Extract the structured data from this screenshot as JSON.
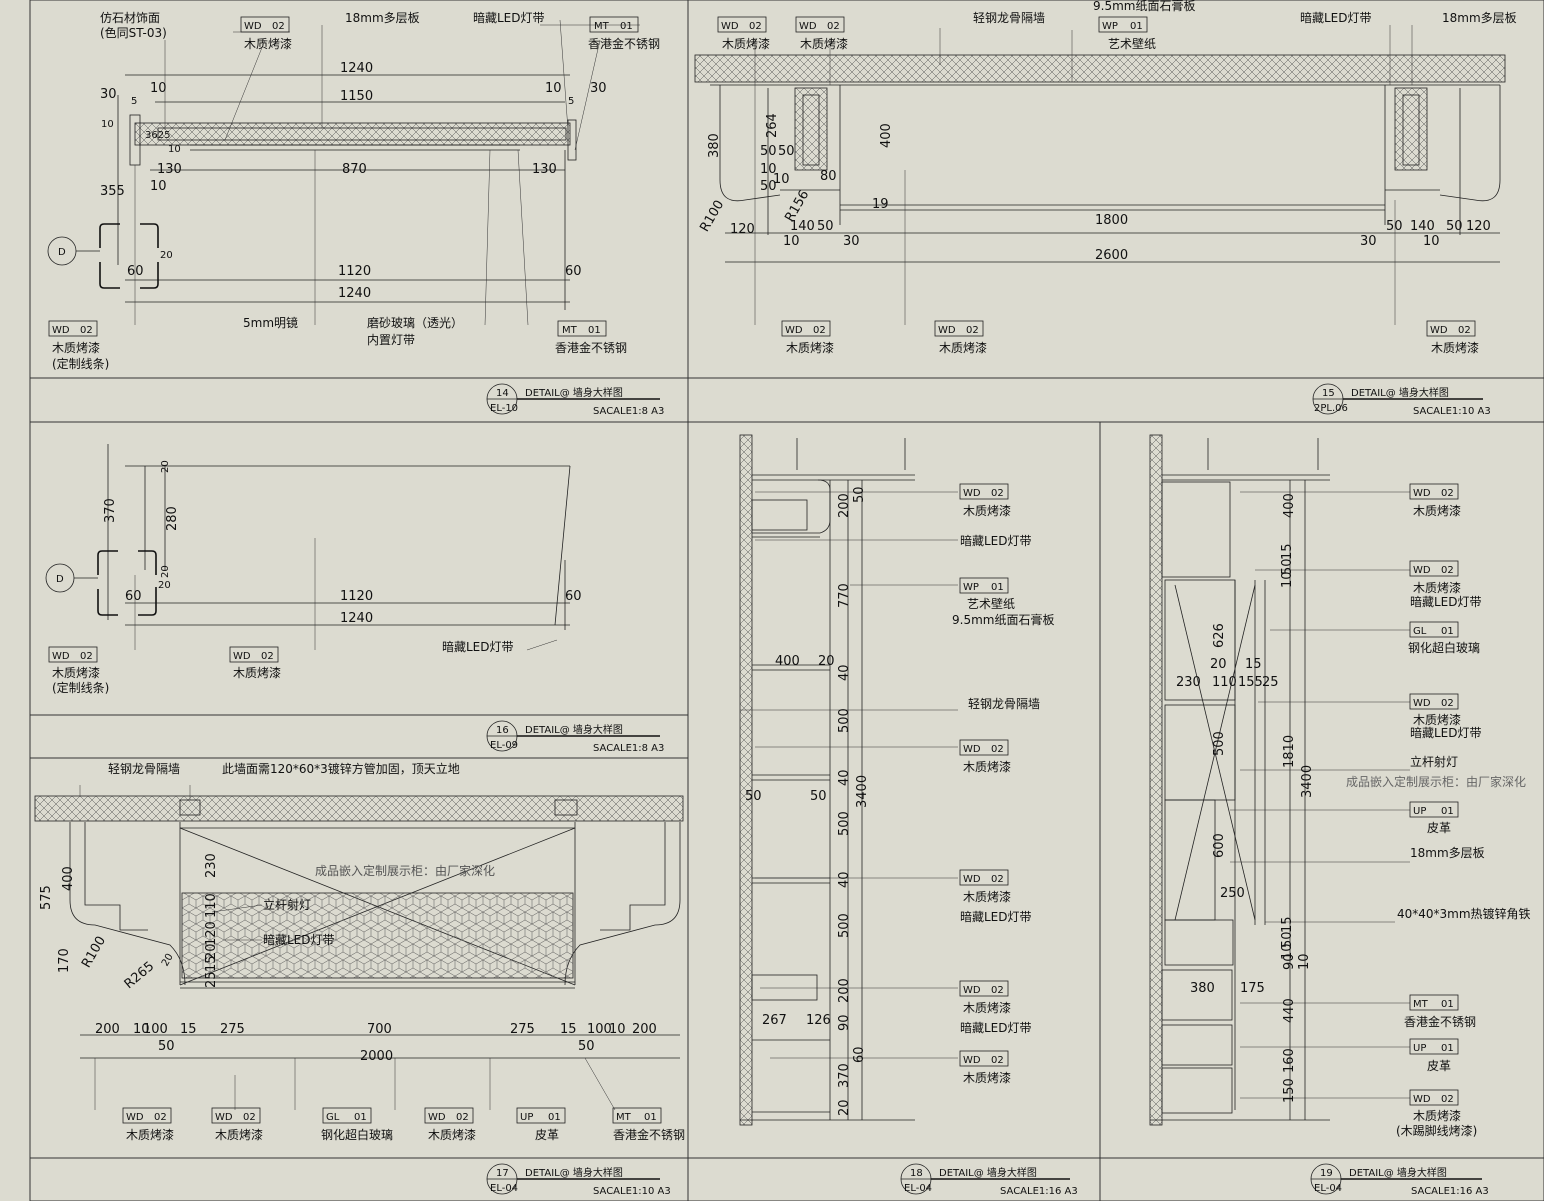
{
  "materials": {
    "wd": {
      "code": "WD",
      "num": "02",
      "name": "木质烤漆"
    },
    "mt": {
      "code": "MT",
      "num": "01",
      "name": "香港金不锈钢"
    },
    "wp": {
      "code": "WP",
      "num": "01",
      "name": "艺术壁纸"
    },
    "gl": {
      "code": "GL",
      "num": "01",
      "name": "钢化超白玻璃"
    },
    "up": {
      "code": "UP",
      "num": "01",
      "name": "皮革"
    }
  },
  "notes": {
    "stone_face": "仿石材饰面",
    "stone_ref": "(色同ST-03)",
    "board18": "18mm多层板",
    "led_hidden": "暗藏LED灯带",
    "mirror5": "5mm明镜",
    "frosted": "磨砂玻璃（透光）",
    "inner_led": "内置灯带",
    "custom_line": "(定制线条)",
    "steel_wall": "轻钢龙骨隔墙",
    "gypsum": "9.5mm纸面石膏板",
    "reinforce": "此墙面需120*60*3镀锌方管加固，顶天立地",
    "cabinet": "成品嵌入定制展示柜：由厂家深化",
    "spot": "立杆射灯",
    "angle_iron": "40*40*3mm热镀锌角铁",
    "kick": "(木踢脚线烤漆)"
  },
  "section_mark": "D",
  "title_blocks": [
    {
      "num": "14",
      "ref": "EL-10",
      "title": "DETAIL@  墙身大样图",
      "scale": "SACALE1:8 A3"
    },
    {
      "num": "15",
      "ref": "2PL.06",
      "title": "DETAIL@  墙身大样图",
      "scale": "SACALE1:10 A3"
    },
    {
      "num": "16",
      "ref": "EL-09",
      "title": "DETAIL@  墙身大样图",
      "scale": "SACALE1:8 A3"
    },
    {
      "num": "17",
      "ref": "EL-04",
      "title": "DETAIL@  墙身大样图",
      "scale": "SACALE1:10 A3"
    },
    {
      "num": "18",
      "ref": "EL-04",
      "title": "DETAIL@  墙身大样图",
      "scale": "SACALE1:16 A3"
    },
    {
      "num": "19",
      "ref": "EL-04",
      "title": "DETAIL@  墙身大样图",
      "scale": "SACALE1:16 A3"
    }
  ],
  "dims": {
    "d14": [
      "1240",
      "1150",
      "30",
      "5",
      "10",
      "10",
      "5",
      "30",
      "10",
      "3625",
      "10",
      "355",
      "130",
      "870",
      "130",
      "10",
      "20",
      "60",
      "1120",
      "1240",
      "60"
    ],
    "d15": [
      "380",
      "264",
      "50",
      "50",
      "10",
      "50",
      "10",
      "400",
      "80",
      "R156",
      "R100",
      "19",
      "120",
      "140",
      "50",
      "10",
      "30",
      "1800",
      "2600",
      "30",
      "50",
      "140",
      "50",
      "120",
      "10"
    ],
    "d16": [
      "20",
      "370",
      "280",
      "20",
      "20",
      "60",
      "1120",
      "1240",
      "60"
    ],
    "d17": [
      "575",
      "400",
      "170",
      "R100",
      "R265",
      "20",
      "230",
      "110",
      "120",
      "20",
      "15",
      "25",
      "200",
      "10",
      "100",
      "15",
      "275",
      "700",
      "275",
      "15",
      "100",
      "10",
      "200",
      "50",
      "2000",
      "50"
    ],
    "d18": [
      "200",
      "50",
      "770",
      "400",
      "20",
      "40",
      "500",
      "50",
      "50",
      "40",
      "500",
      "40",
      "500",
      "200",
      "267",
      "126",
      "90",
      "60",
      "370",
      "20",
      "3400"
    ],
    "d19": [
      "400",
      "15",
      "50",
      "10",
      "626",
      "20",
      "15",
      "230",
      "110",
      "155",
      "25",
      "500",
      "1810",
      "3400",
      "600",
      "250",
      "15",
      "50",
      "10",
      "90",
      "10",
      "380",
      "175",
      "440",
      "160",
      "150"
    ]
  }
}
